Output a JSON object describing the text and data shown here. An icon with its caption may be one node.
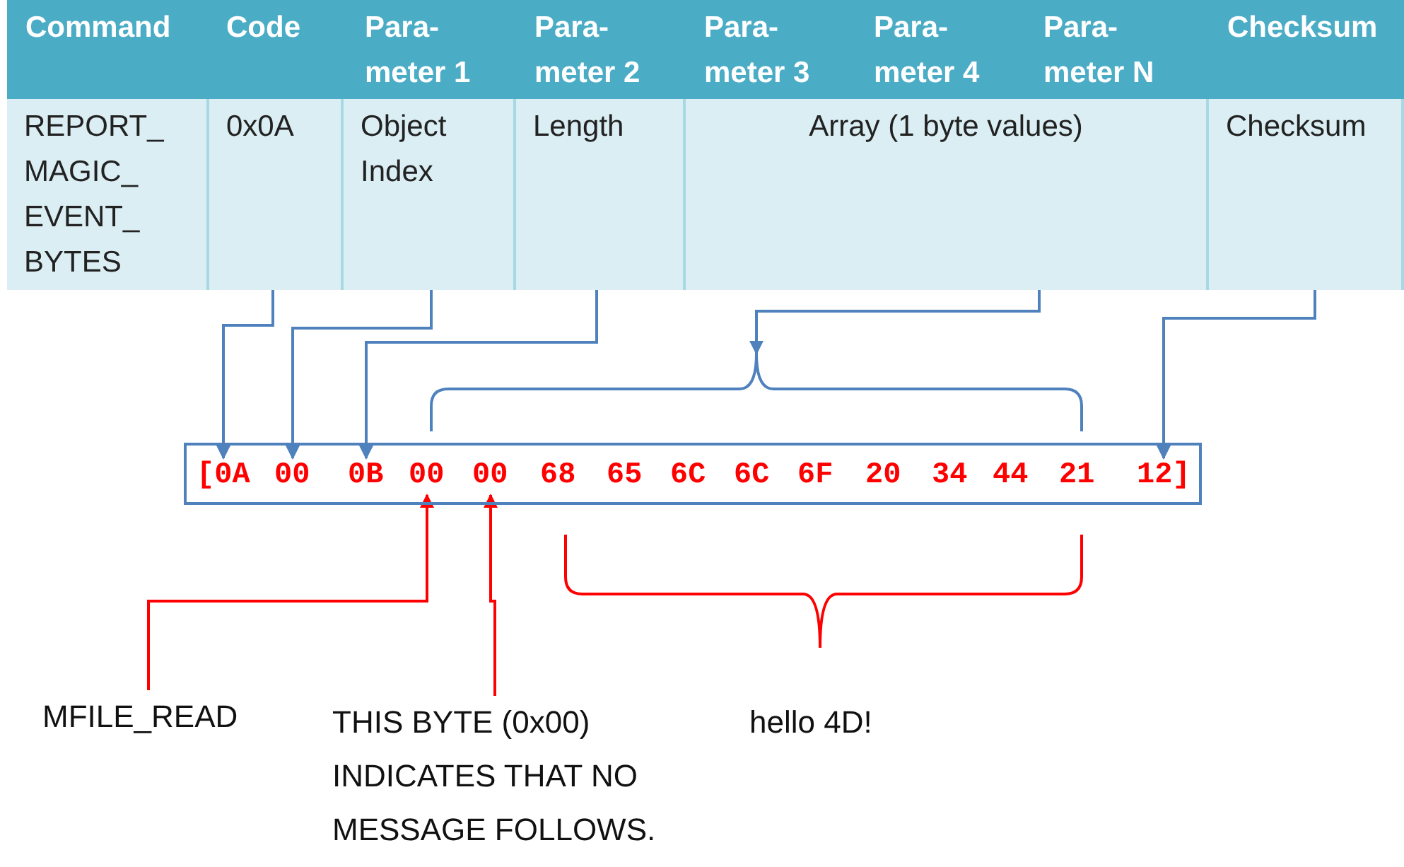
{
  "diagram": {
    "nodes": [
      {
        "text": [
          "REPORT_ MAGIC_ EVENT_ BYTES"
        ]
      },
      {
        "text": [
          "0x0A"
        ]
      },
      {
        "text": [
          "Object Index"
        ]
      },
      {
        "text": [
          "Length"
        ]
      },
      {
        "text": [
          "Array (1 byte values)"
        ]
      },
      {
        "text": [
          "Checksum"
        ]
      },
      {
        "text": [],
        "shape": "box"
      },
      {
        "text": [
          "[0A"
        ],
        "in": 6
      },
      {
        "text": [
          "00"
        ],
        "in": 6
      },
      {
        "text": [
          "0B"
        ],
        "in": 6
      },
      {
        "text": [
          "00"
        ],
        "in": 6
      },
      {
        "text": [
          "00"
        ],
        "in": 6
      },
      {
        "text": [
          "68"
        ],
        "in": 6
      },
      {
        "text": [
          "65"
        ],
        "in": 6
      },
      {
        "text": [
          "6C"
        ],
        "in": 6
      },
      {
        "text": [
          "6C"
        ],
        "in": 6
      },
      {
        "text": [
          "6F"
        ],
        "in": 6
      },
      {
        "text": [
          "20"
        ],
        "in": 6
      },
      {
        "text": [
          "34"
        ],
        "in": 6
      },
      {
        "text": [
          "44"
        ],
        "in": 6
      },
      {
        "text": [
          "21"
        ],
        "in": 6
      },
      {
        "text": [
          "12]"
        ],
        "in": 6
      },
      {
        "text": [],
        "shape": "brace"
      },
      {
        "text": [],
        "shape": "brace",
        "beside": [
          "hello 4D!"
        ]
      },
      {
        "text": [
          "MFILE_READ"
        ]
      },
      {
        "text": [
          "THIS BYTE (0x00) INDICATES THAT NO MESSAGE FOLLOWS."
        ]
      }
    ],
    "edges": [
      {
        "from": 1,
        "to": 7,
        "arrow": "to"
      },
      {
        "from": 2,
        "to": 8,
        "arrow": "to"
      },
      {
        "from": 3,
        "to": 9,
        "arrow": "to"
      },
      {
        "from": 4,
        "to": 22,
        "arrow": "to"
      },
      {
        "from": 5,
        "to": 21,
        "arrow": "to"
      },
      {
        "from": 24,
        "to": 10,
        "arrow": "to",
        "color": "#ff0000"
      },
      {
        "from": 25,
        "to": 11,
        "arrow": "to",
        "color": "#ff0000"
      }
    ],
    "labels": [
      "Command",
      "Code",
      "Para- meter 1",
      "Para- meter 2",
      "Para- meter 3",
      "Para- meter 4",
      "Para- meter N",
      "Checksum"
    ]
  }
}
